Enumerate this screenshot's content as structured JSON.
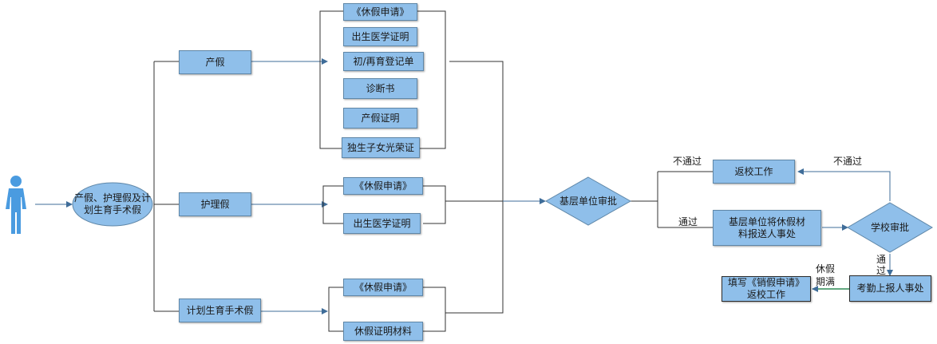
{
  "nodes": {
    "applicant": "",
    "start_ellipse": "产假、护理假及计划生育手术假",
    "maternity_leave": "产假",
    "nursing_leave": "护理假",
    "family_planning_leave": "计划生育手术假",
    "ml_doc_1": "《休假申请》",
    "ml_doc_2": "出生医学证明",
    "ml_doc_3": "初/再育登记单",
    "ml_doc_4": "诊断书",
    "ml_doc_5": "产假证明",
    "ml_doc_6": "独生子女光荣证",
    "nl_doc_1": "《休假申请》",
    "nl_doc_2": "出生医学证明",
    "fp_doc_1": "《休假申请》",
    "fp_doc_2": "休假证明材料",
    "grassroots_review": "基层单位审批",
    "return_to_work": "返校工作",
    "submit_to_hr": "基层单位将休假材料报送人事处",
    "school_review": "学校审批",
    "attendance_report": "考勤上报人事处",
    "fill_cancel_form": "填写《销假申请》返校工作"
  },
  "edge_labels": {
    "grassroots_fail": "不通过",
    "grassroots_pass": "通过",
    "school_fail": "不通过",
    "school_pass": "通过",
    "leave_expired": "休假期满"
  },
  "colors": {
    "box_fill": "#8fbfea",
    "box_border": "#5f87a8",
    "arrow": "#3f6d99",
    "line": "#333333",
    "person": "#4a9be0"
  },
  "icons": {
    "applicant": "person-icon"
  }
}
